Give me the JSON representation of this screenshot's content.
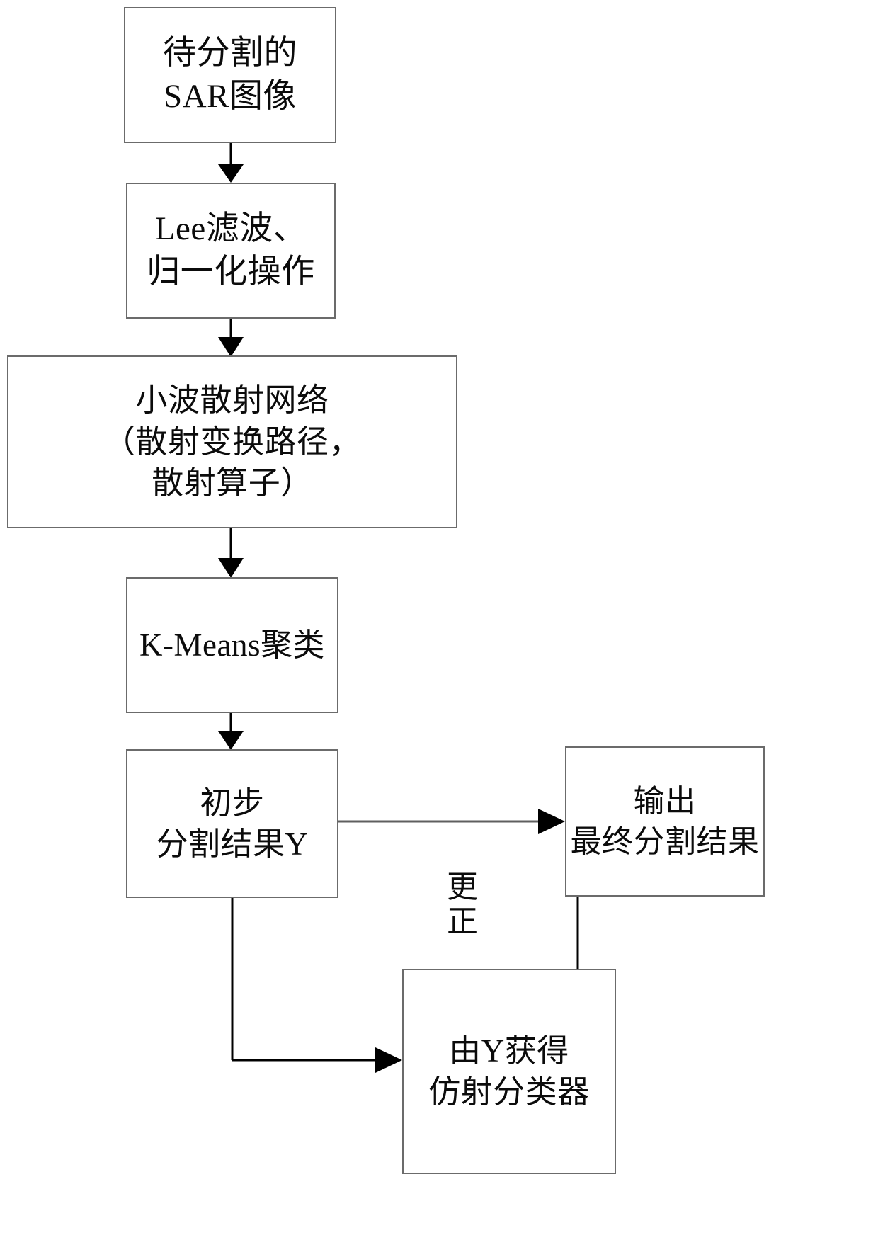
{
  "diagram": {
    "title": "SAR image segmentation flowchart",
    "background_color": "#ffffff",
    "line_color": "#6b6b6b",
    "text_color": "#0b0b0b",
    "nodes": {
      "input": {
        "text": "待分割的\nSAR图像"
      },
      "filter": {
        "text": "Lee滤波、\n归一化操作"
      },
      "scatter": {
        "text": "小波散射网络\n（散射变换路径，\n散射算子）"
      },
      "kmeans": {
        "text": "K-Means聚类"
      },
      "initial": {
        "text": "初步\n分割结果Y"
      },
      "output": {
        "text": "输出\n最终分割结果"
      },
      "classifier": {
        "text": "由Y获得\n仿射分类器"
      }
    },
    "edge_labels": {
      "correct": "更\n正"
    }
  }
}
